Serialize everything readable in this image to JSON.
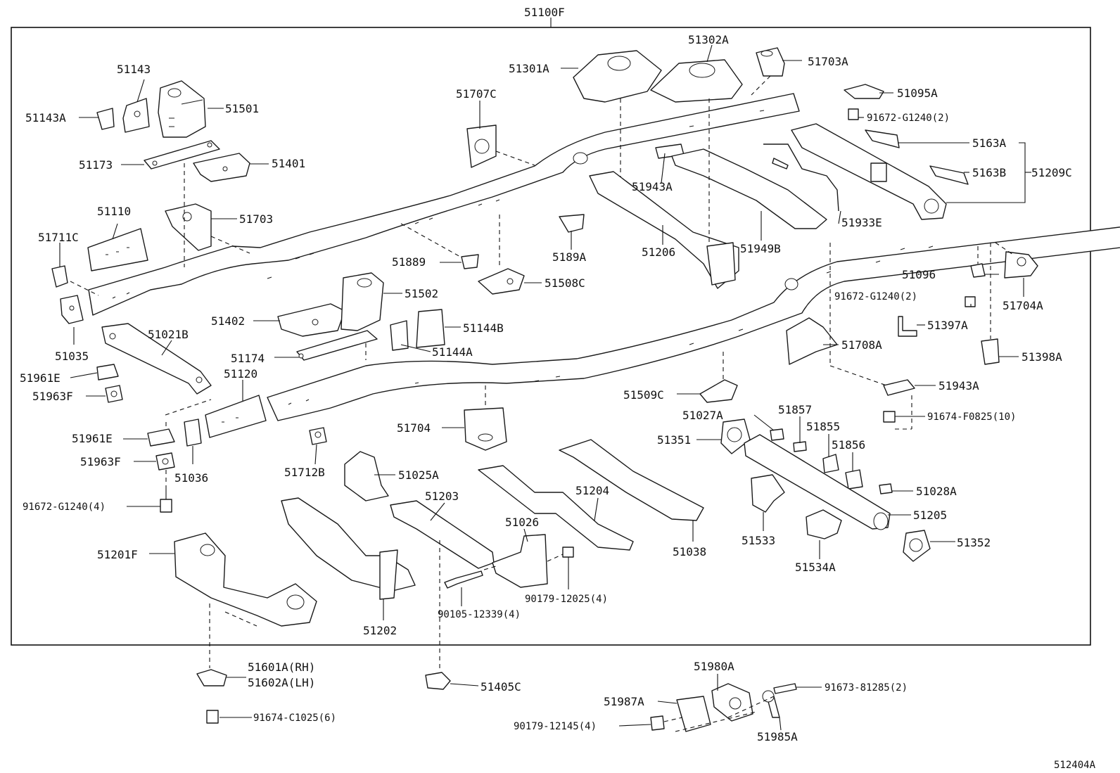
{
  "diagram": {
    "frame_assembly": "51100F",
    "figure_id": "512404A",
    "part_numbers": [
      "51143",
      "51143A",
      "51501",
      "51173",
      "51401",
      "51110",
      "51703",
      "51711C",
      "51035",
      "51021B",
      "51961E",
      "51963F",
      "51961E",
      "51963F",
      "51036",
      "91672-G1240(4)",
      "51301A",
      "51302A",
      "51703A",
      "51707C",
      "51095A",
      "91672-G1240(2)",
      "5163A",
      "51943A",
      "5163B",
      "51209C",
      "5189A",
      "51206",
      "51949B",
      "51933E",
      "51889",
      "51508C",
      "51096",
      "51704A",
      "91672-G1240(2)",
      "51397A",
      "51402",
      "51502",
      "51144B",
      "51174",
      "51144A",
      "51120",
      "51708A",
      "51398A",
      "51509C",
      "51943A",
      "51027A",
      "51857",
      "91674-F0825(10)",
      "51704",
      "51351",
      "51855",
      "51856",
      "51712B",
      "51025A",
      "51028A",
      "51203",
      "51204",
      "51026",
      "51205",
      "51533",
      "51038",
      "51352",
      "51534A",
      "51201F",
      "90179-12025(4)",
      "90105-12339(4)",
      "51202",
      "51601A(RH)",
      "51602A(LH)",
      "51405C",
      "51980A",
      "51987A",
      "91673-81285(2)",
      "90179-12145(4)",
      "51985A",
      "91674-C1025(6)"
    ]
  }
}
